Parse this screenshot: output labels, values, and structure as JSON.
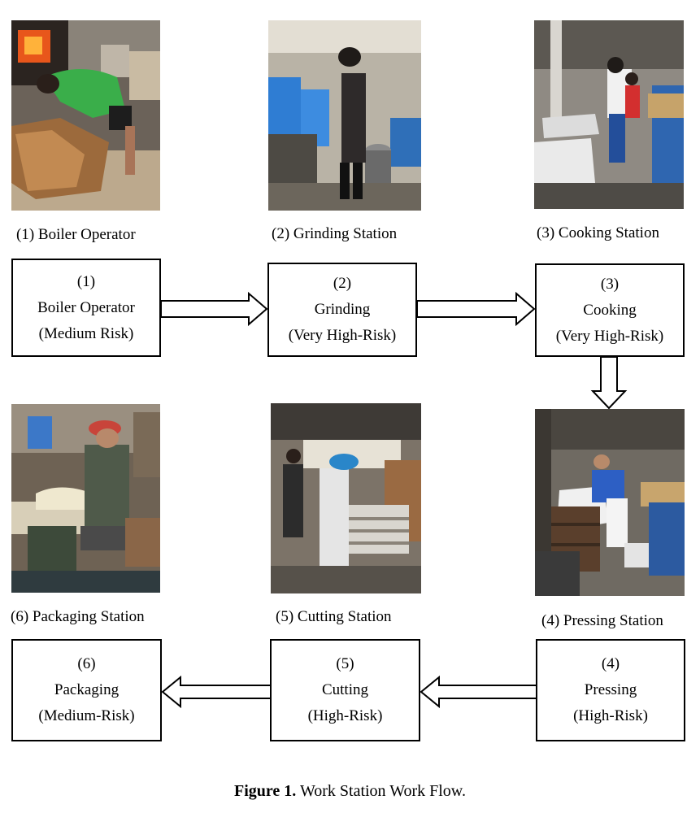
{
  "photos": [
    {
      "caption": "(1) Boiler Operator",
      "scene": "boiler"
    },
    {
      "caption": "(2) Grinding Station",
      "scene": "grinding"
    },
    {
      "caption": "(3) Cooking Station",
      "scene": "cooking"
    },
    {
      "caption": "(6) Packaging Station",
      "scene": "packaging"
    },
    {
      "caption": "(5) Cutting Station",
      "scene": "cutting"
    },
    {
      "caption": "(4) Pressing Station",
      "scene": "pressing"
    }
  ],
  "stations": [
    {
      "number": "(1)",
      "name": "Boiler Operator",
      "risk": "(Medium Risk)"
    },
    {
      "number": "(2)",
      "name": "Grinding",
      "risk": "(Very High-Risk)"
    },
    {
      "number": "(3)",
      "name": "Cooking",
      "risk": "(Very High-Risk)"
    },
    {
      "number": "(4)",
      "name": "Pressing",
      "risk": "(High-Risk)"
    },
    {
      "number": "(5)",
      "name": "Cutting",
      "risk": "(High-Risk)"
    },
    {
      "number": "(6)",
      "name": "Packaging",
      "risk": "(Medium-Risk)"
    }
  ],
  "figure": {
    "label": "Figure 1.",
    "title": " Work Station Work Flow."
  }
}
